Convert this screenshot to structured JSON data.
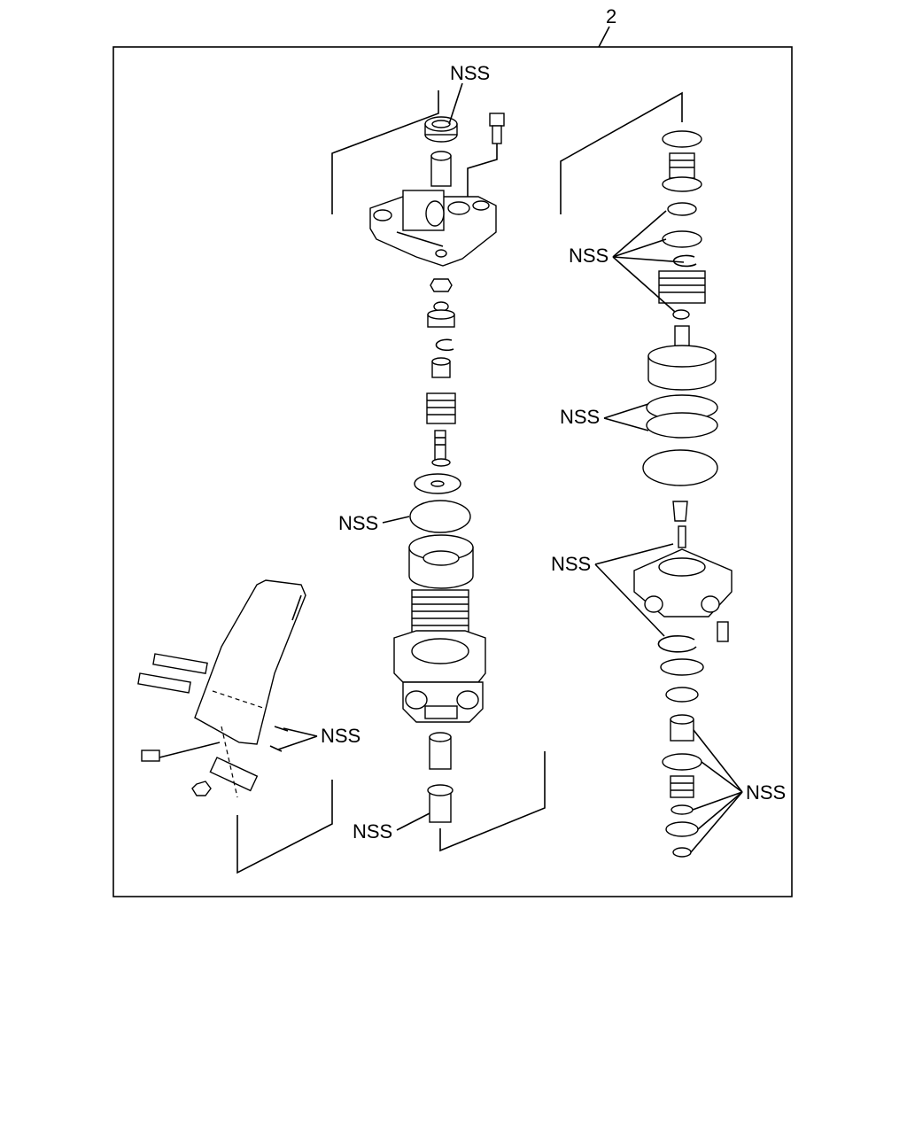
{
  "callout": {
    "number": "2"
  },
  "labels": {
    "nss_top": "NSS",
    "nss_right_upper": "NSS",
    "nss_right_mid": "NSS",
    "nss_center_left": "NSS",
    "nss_right_lower": "NSS",
    "nss_pedal": "NSS",
    "nss_center_bottom": "NSS",
    "nss_right_bottom": "NSS"
  }
}
